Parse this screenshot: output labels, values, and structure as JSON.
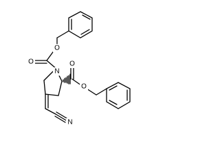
{
  "molecule": {
    "atom_labels": {
      "o_carbamate_ester": "O",
      "o_carbamate_carbonyl": "O",
      "n_ring": "N",
      "o_ester_carbonyl": "O",
      "o_ester": "O",
      "nitrile_n": "N"
    }
  }
}
